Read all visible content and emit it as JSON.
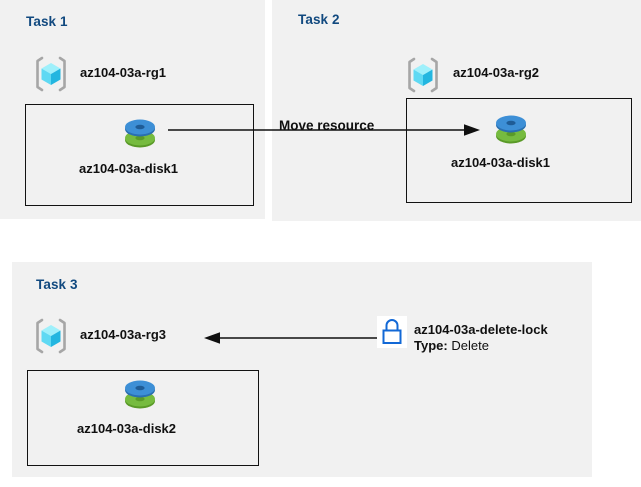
{
  "diagram": {
    "background_color": "#ffffff",
    "panel_color": "#f1f1f1",
    "heading_color": "#11497f",
    "text_color": "#101010",
    "lock_color": "#1268d6",
    "disk_top_color": "#3c8fd8",
    "disk_bottom_color": "#6cb33f",
    "cube_color": "#4fd8f5",
    "bracket_color": "#a6a6a6"
  },
  "tasks": [
    {
      "heading": "Task 1",
      "resource_group": {
        "label": "az104-03a-rg1",
        "icon": "resource-group-icon"
      },
      "resources": [
        {
          "label": "az104-03a-disk1",
          "icon": "managed-disk-icon"
        }
      ]
    },
    {
      "heading": "Task 2",
      "resource_group": {
        "label": "az104-03a-rg2",
        "icon": "resource-group-icon"
      },
      "resources": [
        {
          "label": "az104-03a-disk1",
          "icon": "managed-disk-icon"
        }
      ]
    },
    {
      "heading": "Task 3",
      "resource_group": {
        "label": "az104-03a-rg3",
        "icon": "resource-group-icon"
      },
      "resources": [
        {
          "label": "az104-03a-disk2",
          "icon": "managed-disk-icon"
        }
      ]
    }
  ],
  "connectors": {
    "move": {
      "label": "Move resource",
      "direction": "right",
      "icon": "arrow-right-icon"
    },
    "lock": {
      "direction": "left",
      "icon": "arrow-left-icon"
    }
  },
  "lock": {
    "icon": "padlock-icon",
    "name": "az104-03a-delete-lock",
    "type_key": "Type:",
    "type_value": "Delete"
  }
}
